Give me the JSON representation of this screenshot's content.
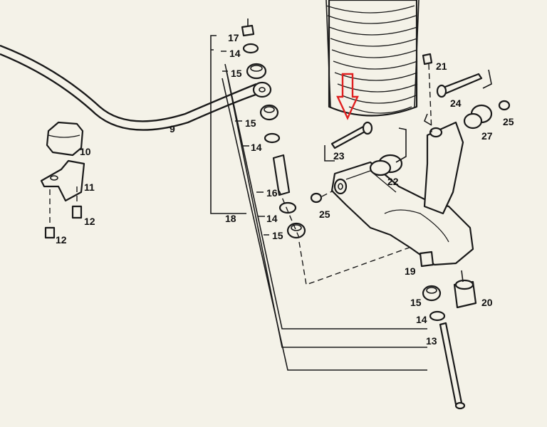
{
  "callouts": {
    "c9": "9",
    "c10": "10",
    "c11": "11",
    "c12a": "12",
    "c12b": "12",
    "c17": "17",
    "c14a": "14",
    "c15a": "15",
    "c15b": "15",
    "c14b": "14",
    "c16": "16",
    "c18": "18",
    "c14c": "14",
    "c15c": "15",
    "c23": "23",
    "c22": "22",
    "c25a": "25",
    "c21": "21",
    "c24": "24",
    "c27": "27",
    "c25b": "25",
    "c19": "19",
    "c15d": "15",
    "c14d": "14",
    "c13": "13",
    "c20": "20"
  },
  "colors": {
    "ink": "#1a1a1a",
    "paper": "#f4f2e8",
    "highlight_arrow": "#e02020"
  },
  "icons": {
    "highlight": "down-arrow-icon"
  }
}
